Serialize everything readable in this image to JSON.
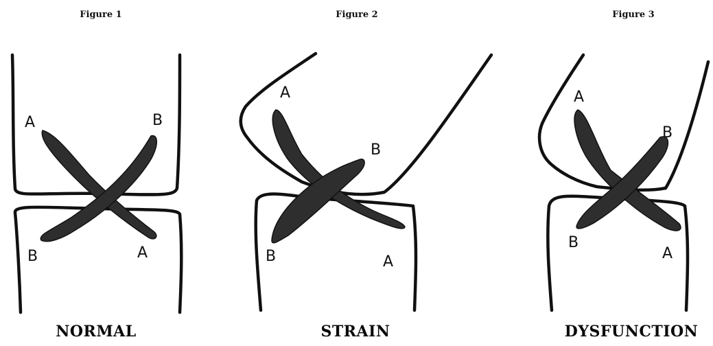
{
  "figures": [
    {
      "title": "Figure 1",
      "caption": "NORMAL",
      "labels": {
        "a_top": "A",
        "b_top": "B",
        "b_bottom": "B",
        "a_bottom": "A"
      }
    },
    {
      "title": "Figure 2",
      "caption": "STRAIN",
      "labels": {
        "a_top": "A",
        "b_top": "B",
        "b_bottom": "B",
        "a_bottom": "A"
      }
    },
    {
      "title": "Figure 3",
      "caption": "DYSFUNCTION",
      "labels": {
        "a_top": "A",
        "b_top": "B",
        "b_bottom": "B",
        "a_bottom": "A"
      }
    }
  ],
  "colors": {
    "ink": "#111111",
    "ligament_fill": "#2e2e2e",
    "background": "#ffffff"
  }
}
